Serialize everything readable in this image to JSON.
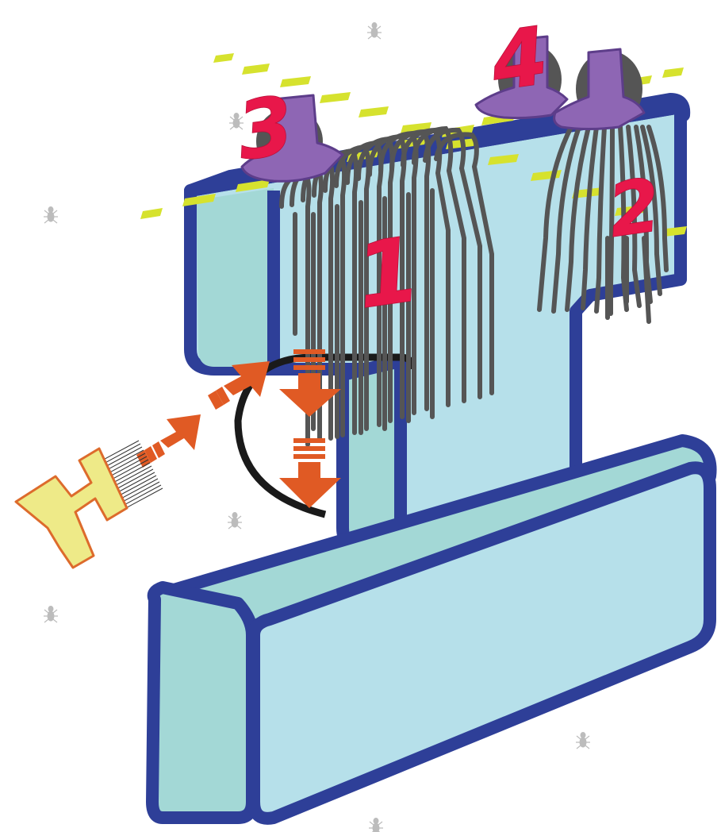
{
  "diagram": {
    "step_labels": [
      "1",
      "2",
      "3",
      "4"
    ],
    "icons": [
      "head-mannequin",
      "hair-section-1",
      "hair-section-2",
      "hair-clip",
      "nit-comb",
      "comb-direction-arrow",
      "louse-icon",
      "section-line"
    ]
  },
  "colors": {
    "outline": "#2e3f98",
    "face_light": "#b6e0ea",
    "face_teal": "#a3d8d6",
    "hair": "#555555",
    "clip": "#8e66b4",
    "clip_edge": "#5d3d8a",
    "label": "#e8174a",
    "arrow": "#e05a24",
    "comb_body": "#eeea88",
    "comb_edge": "#dd6b2c",
    "dash": "#d6e22e",
    "louse": "#bcbcbc"
  }
}
